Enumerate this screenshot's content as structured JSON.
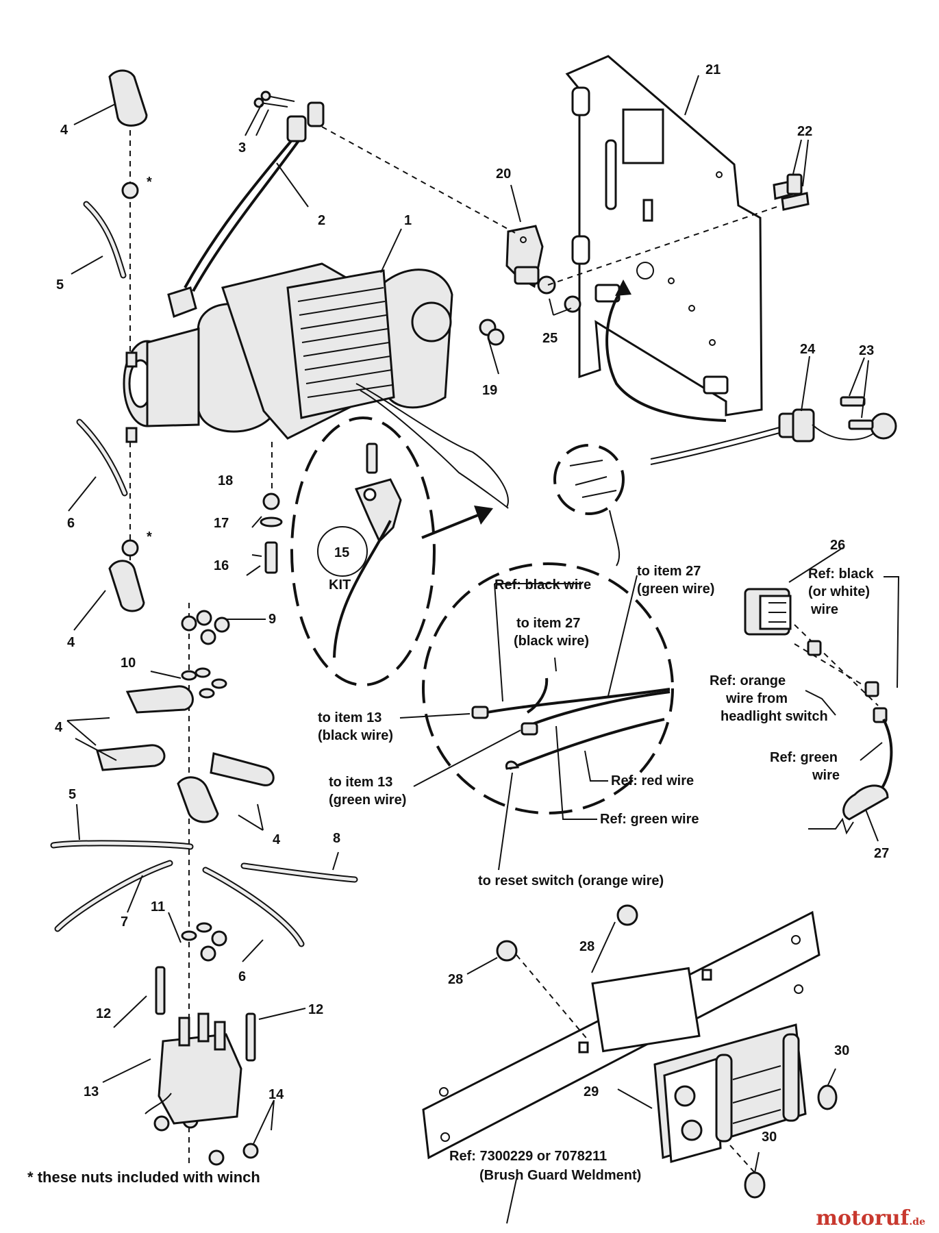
{
  "callouts": {
    "c1": "1",
    "c2": "2",
    "c3": "3",
    "c4a": "4",
    "c4b": "4",
    "c4c": "4",
    "c4d": "4",
    "c5a": "5",
    "c5b": "5",
    "c6a": "6",
    "c6b": "6",
    "c7": "7",
    "c8": "8",
    "c9": "9",
    "c10": "10",
    "c11": "11",
    "c12a": "12",
    "c12b": "12",
    "c13": "13",
    "c14": "14",
    "c15": "15",
    "c16": "16",
    "c17": "17",
    "c18": "18",
    "c19": "19",
    "c20": "20",
    "c21": "21",
    "c22": "22",
    "c23": "23",
    "c24": "24",
    "c25": "25",
    "c26": "26",
    "c27": "27",
    "c28a": "28",
    "c28b": "28",
    "c29": "29",
    "c30a": "30",
    "c30b": "30"
  },
  "asterisk": "*",
  "kit_label": "KIT",
  "wire_labels": {
    "ref_black_wire": "Ref: black wire",
    "to_item27_green_1": "to item 27",
    "to_item27_green_2": "(green wire)",
    "to_item27_black_1": "to item 27",
    "to_item27_black_2": "(black wire)",
    "to_item13_black_1": "to item 13",
    "to_item13_black_2": "(black wire)",
    "to_item13_green_1": "to item 13",
    "to_item13_green_2": "(green wire)",
    "ref_red_wire": "Ref: red wire",
    "ref_green_wire": "Ref: green wire",
    "reset_switch": "to reset switch (orange wire)"
  },
  "switch_labels": {
    "ref_black_1": "Ref: black",
    "ref_black_2": "(or white)",
    "ref_black_3": "wire",
    "ref_orange_1": "Ref: orange",
    "ref_orange_2": "wire from",
    "ref_orange_3": "headlight switch",
    "ref_green_1": "Ref: green",
    "ref_green_2": "wire"
  },
  "brush_guard": {
    "ref_line1": "Ref: 7300229 or 7078211",
    "ref_line2": "(Brush Guard Weldment)"
  },
  "footnote": {
    "star": "*",
    "text": "these nuts included with winch"
  },
  "watermark": {
    "name": "motoruf",
    "suffix": ".de"
  },
  "colors": {
    "ink": "#111111",
    "watermark": "#c8382e"
  }
}
